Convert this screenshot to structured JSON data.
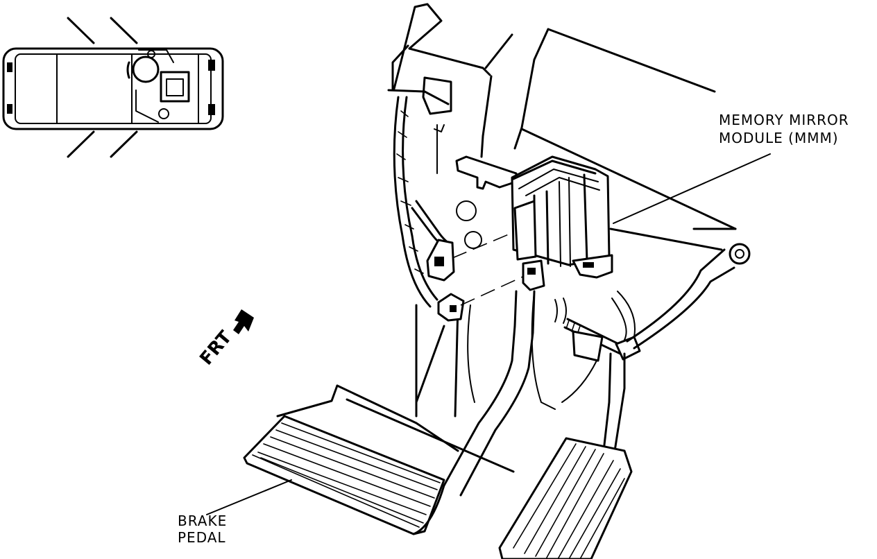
{
  "labels": {
    "mmm_line1": "MEMORY MIRROR",
    "mmm_line2": "MODULE (MMM)",
    "brake_line1": "BRAKE",
    "brake_line2": "PEDAL",
    "front": "FRT"
  }
}
